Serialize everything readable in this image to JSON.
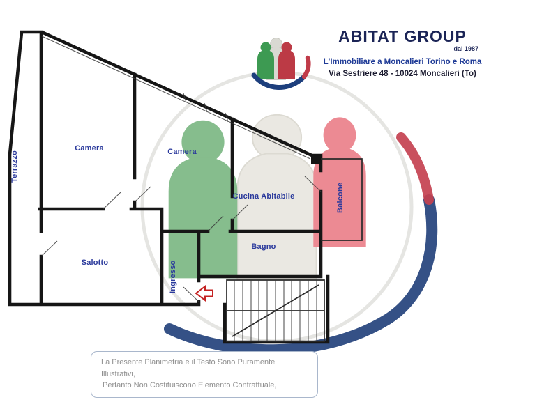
{
  "logo": {
    "name": "ABITAT GROUP",
    "since": "dal 1987",
    "tagline": "L'Immobiliare a Moncalieri Torino e Roma",
    "address": "Via Sestriere 48 - 10024 Moncalieri (To)"
  },
  "floorplan": {
    "rooms": [
      {
        "label": "Terrazzo"
      },
      {
        "label": "Camera"
      },
      {
        "label": "Camera"
      },
      {
        "label": "Cucina Abitabile"
      },
      {
        "label": "Balcone"
      },
      {
        "label": "Salotto"
      },
      {
        "label": "Bagno"
      },
      {
        "label": "Ingresso"
      }
    ]
  },
  "disclaimer": {
    "line1": "La Presente Planimetria e il Testo Sono Puramente Illustrativi,",
    "line2": "Pertanto Non Costituiscono Elemento Contrattuale,"
  },
  "icons": {
    "entrance_arrow": "left-arrow"
  },
  "colors": {
    "room_label_blue": "#2b3a9c",
    "logo_navy": "#1b2456",
    "tagline_blue": "#1e3a96",
    "watermark_green": "#86bd8d",
    "watermark_gray": "#eae8e2",
    "watermark_red": "#ec8a93",
    "swoosh_blue": "#24427c",
    "swoosh_red": "#c44150",
    "arrow_red": "#c42222"
  }
}
